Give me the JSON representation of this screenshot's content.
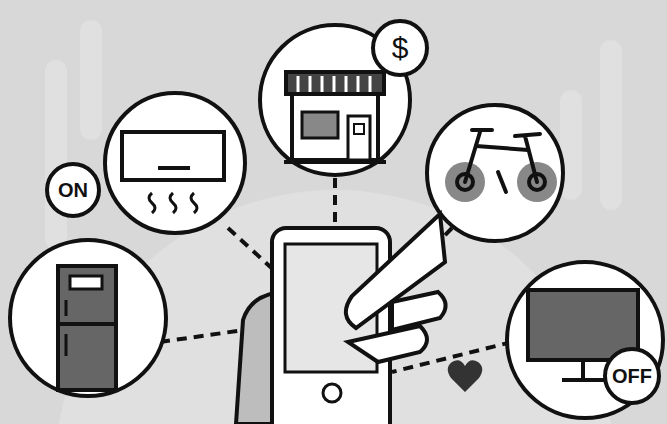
{
  "diagram": {
    "nodes": [
      {
        "text": [
          "$"
        ]
      },
      {
        "text": [
          "ON"
        ]
      },
      {
        "text": [
          "OFF"
        ]
      }
    ]
  }
}
